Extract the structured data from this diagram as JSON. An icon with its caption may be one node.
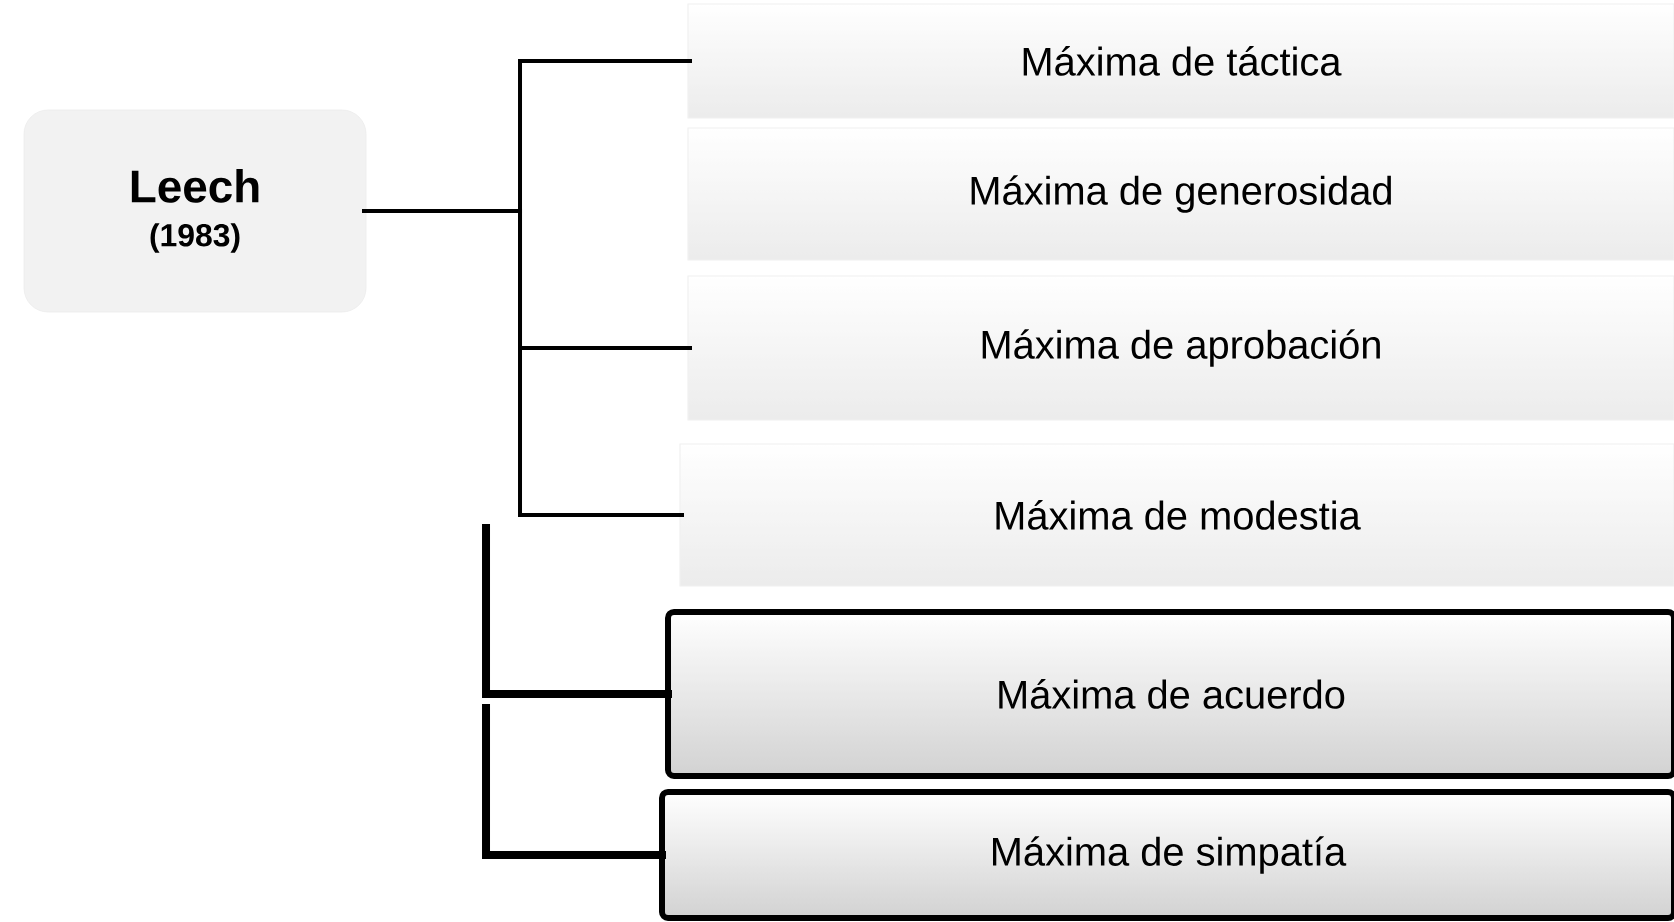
{
  "diagram": {
    "nodes": [
      {
        "text": [
          "Leech",
          "(1983)"
        ]
      },
      {
        "text": [
          "Máxima de táctica"
        ]
      },
      {
        "text": [
          "Máxima de generosidad"
        ]
      },
      {
        "text": [
          "Máxima de aprobación"
        ]
      },
      {
        "text": [
          "Máxima de modestia"
        ]
      },
      {
        "text": [
          "Máxima de acuerdo"
        ]
      },
      {
        "text": [
          "Máxima de simpatía"
        ]
      }
    ],
    "edges": [
      {
        "from": 0,
        "to": 1,
        "arrow": "none"
      },
      {
        "from": 0,
        "to": 3,
        "arrow": "none"
      },
      {
        "from": 0,
        "to": 4,
        "arrow": "none"
      },
      {
        "from": null,
        "to": 5,
        "arrow": "none",
        "style": "thick"
      },
      {
        "from": null,
        "to": 6,
        "arrow": "none",
        "style": "thick"
      }
    ]
  }
}
